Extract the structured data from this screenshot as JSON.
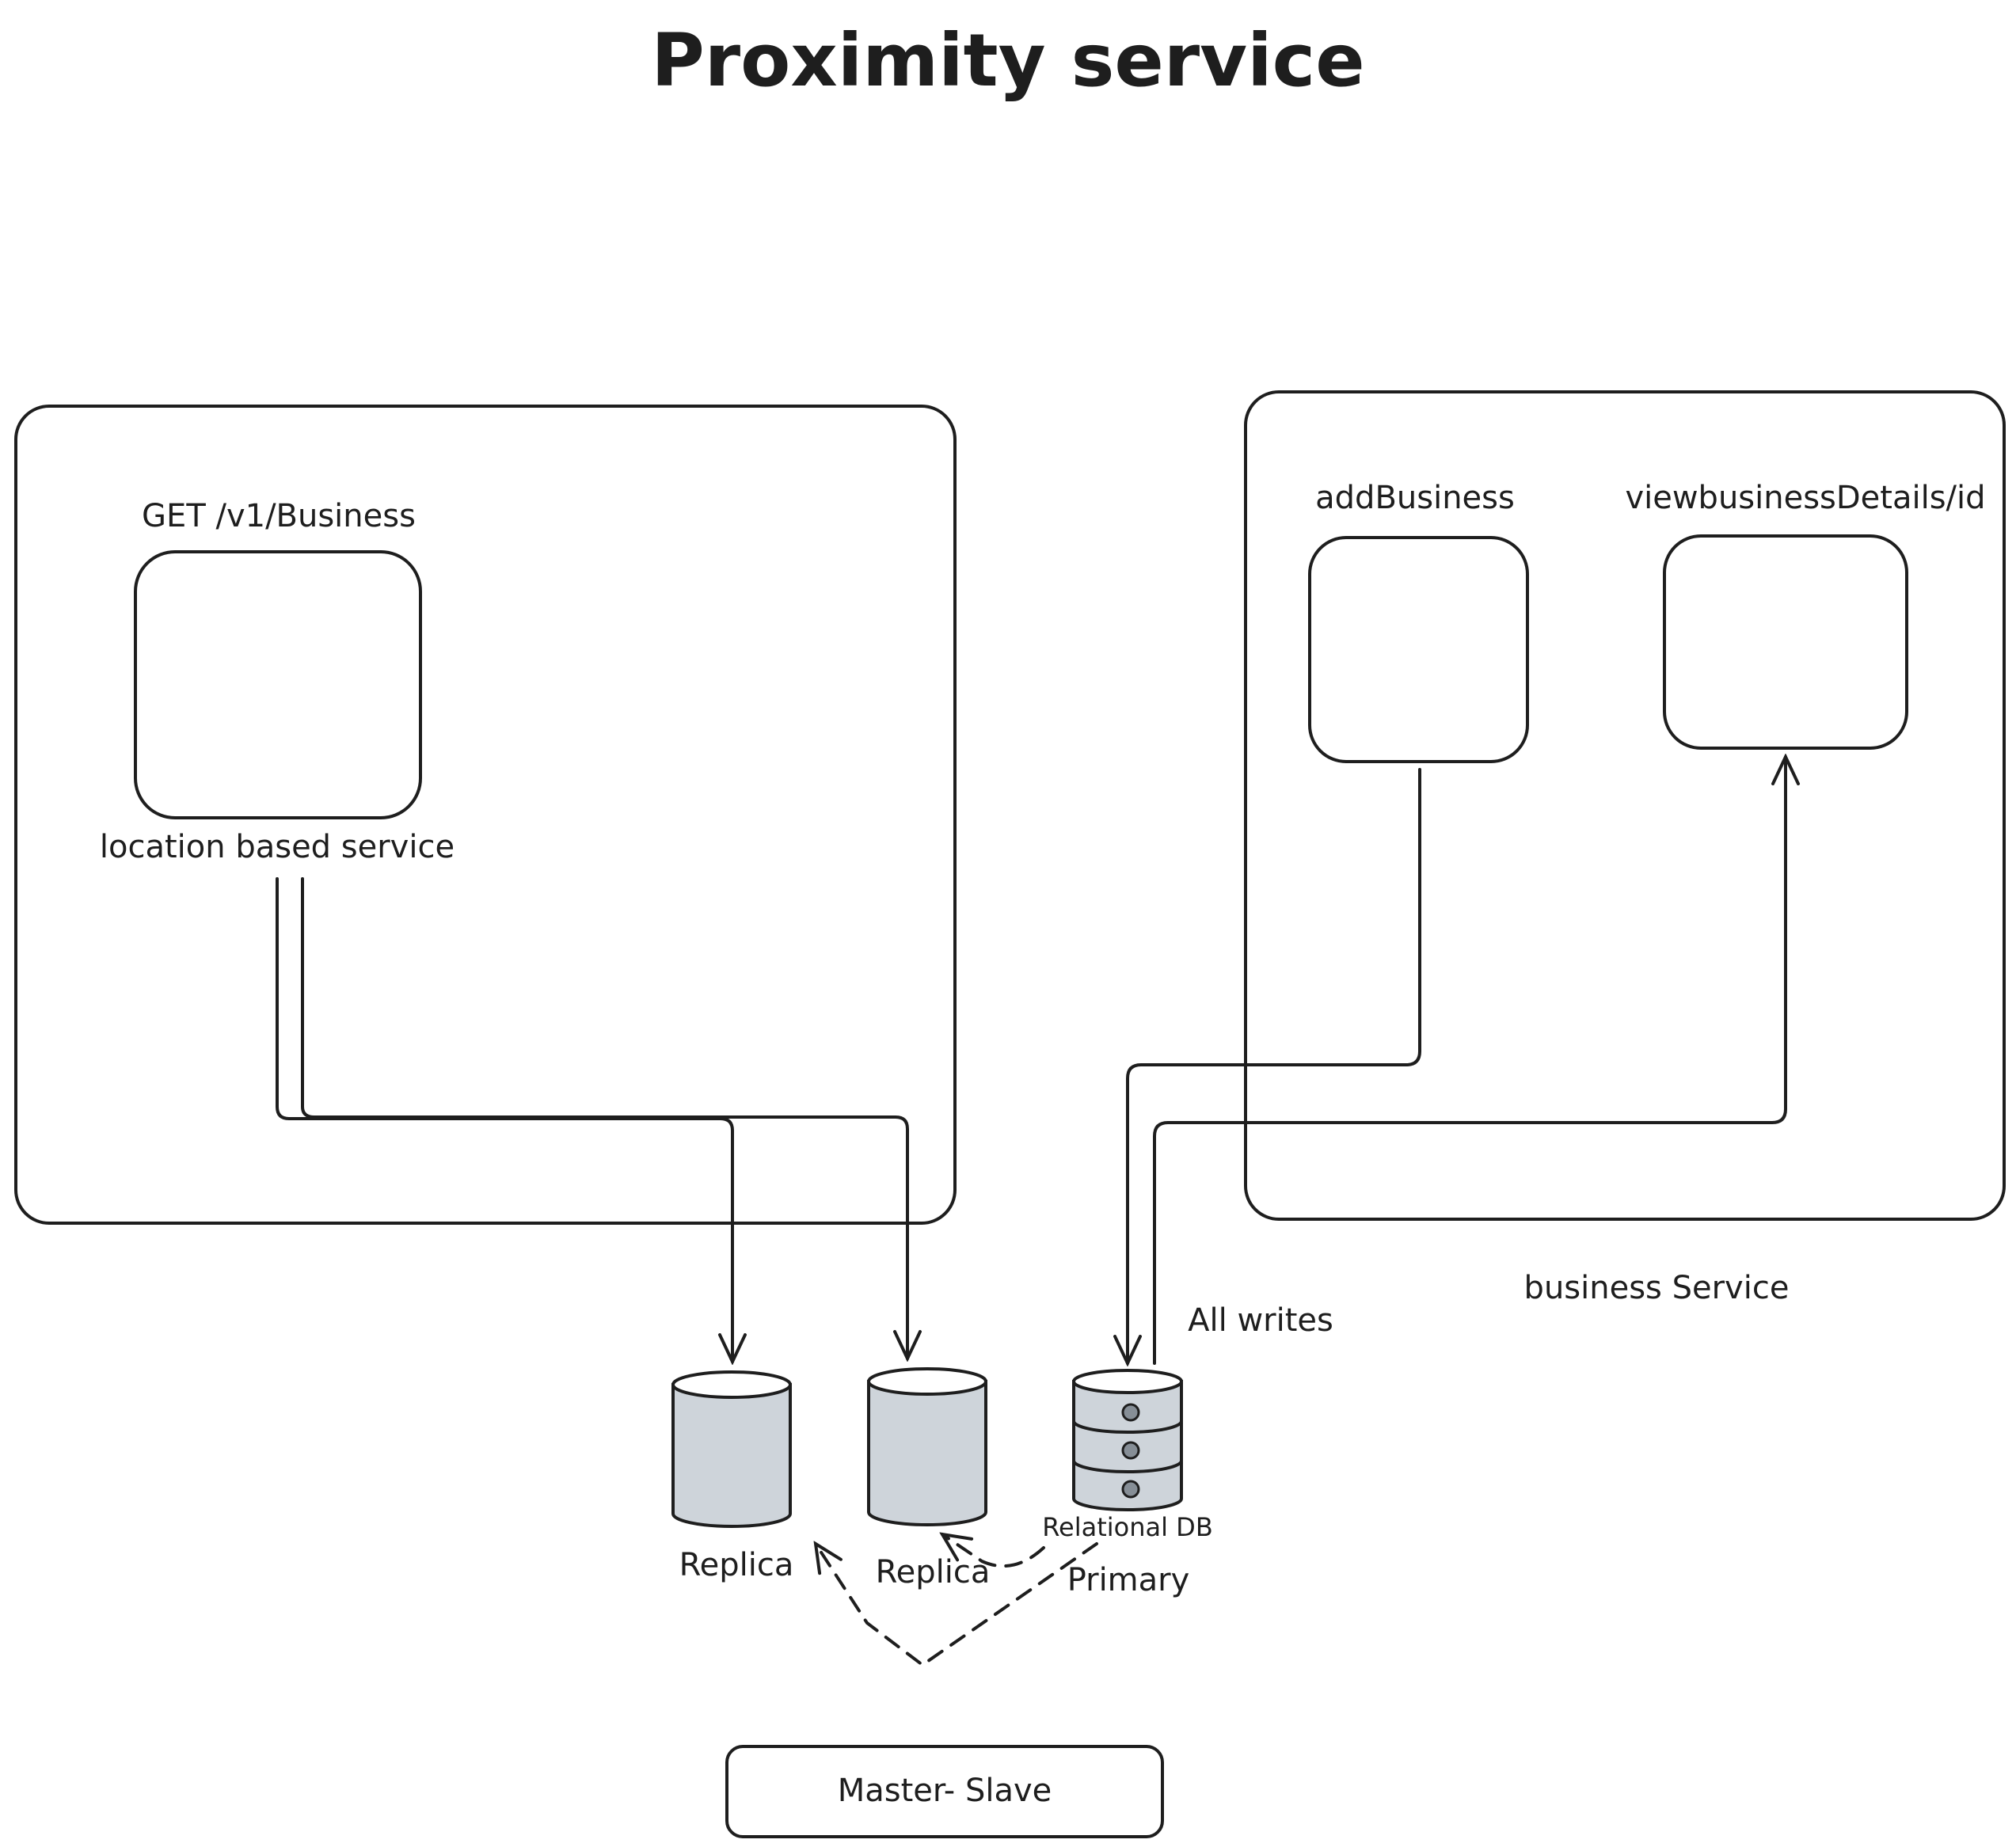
{
  "title": "Proximity service",
  "location_service": {
    "endpoint_label": "GET /v1/Business",
    "name": "location based service"
  },
  "business_service": {
    "name": "business Service",
    "add_label": "addBusiness",
    "view_label": "viewbusinessDetails/id"
  },
  "database": {
    "replica_1_label": "Replica",
    "replica_2_label": "Replica",
    "primary_type_label": "Relational DB",
    "primary_label": "Primary",
    "writes_label": "All writes"
  },
  "replication": {
    "label": "Master- Slave"
  },
  "colors": {
    "stroke": "#1e1e1e",
    "db_fill": "#ced4da",
    "db_dot": "#868e96",
    "background": "#ffffff"
  }
}
